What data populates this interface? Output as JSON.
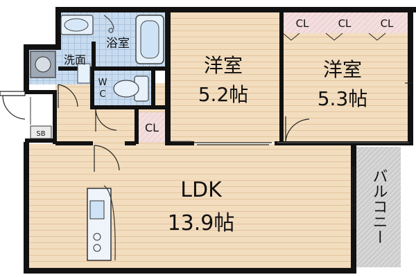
{
  "floorplan": {
    "rooms": {
      "bath": {
        "label": "浴室"
      },
      "washroom": {
        "label": "洗面"
      },
      "wc": {
        "label_line1": "W",
        "label_line2": "C"
      },
      "western_left": {
        "label": "洋室",
        "size": "5.2帖"
      },
      "western_right": {
        "label": "洋室",
        "size": "5.3帖"
      },
      "ldk": {
        "label": "LDK",
        "size": "13.9帖"
      },
      "balcony": {
        "label": "バルコニー"
      },
      "shoebox": {
        "label": "SB"
      }
    },
    "closets": {
      "left_room": "CL",
      "right_room_1": "CL",
      "right_room_2": "CL",
      "right_room_3": "CL"
    },
    "colors": {
      "wall": "#111111",
      "wood_floor": "#f3ddbf",
      "wood_line": "#e2c39b",
      "tile": "#c9dcef",
      "closet": "#f3dede",
      "balcony": "#d6d6d6"
    }
  }
}
